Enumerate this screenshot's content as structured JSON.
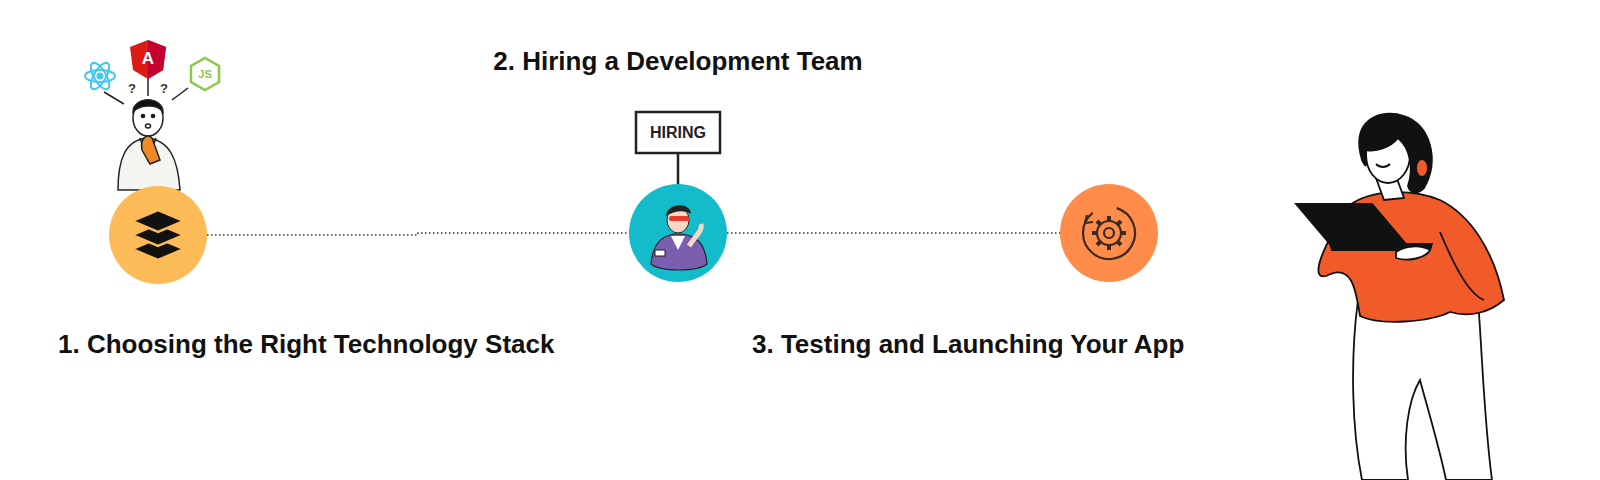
{
  "diagram": {
    "nodes": [
      {
        "text": [
          "1. Choosing the Right Technology Stack"
        ]
      },
      {
        "text": [
          "2. Hiring a Development Team"
        ]
      },
      {
        "text": [
          "3. Testing and Launching Your App"
        ]
      }
    ],
    "edges": [
      {
        "from": 0,
        "to": 1,
        "arrow": "none"
      },
      {
        "from": 1,
        "to": 2,
        "arrow": "none"
      }
    ],
    "labels": [
      "HIRING",
      "A",
      "JS",
      "?",
      "?"
    ]
  }
}
